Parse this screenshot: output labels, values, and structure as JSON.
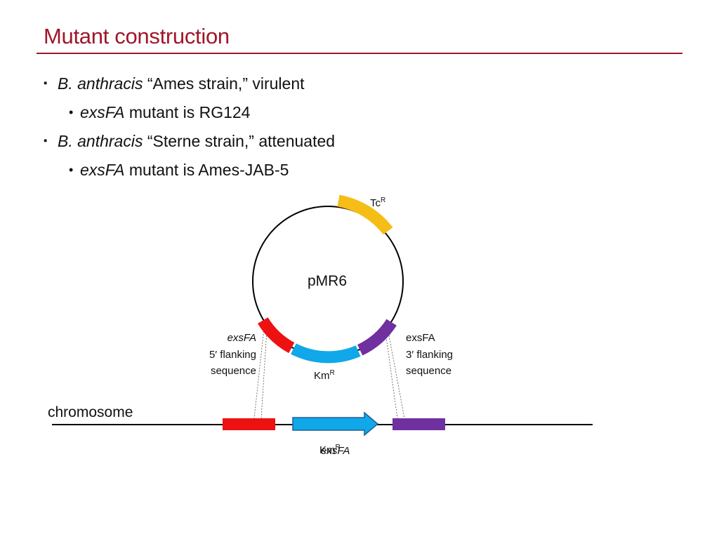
{
  "slide": {
    "title": "Mutant construction",
    "title_color": "#a0162b"
  },
  "bullets": [
    {
      "level": 1,
      "marker": "▪",
      "italic": "B. anthracis",
      "text": " “Ames strain,” virulent"
    },
    {
      "level": 2,
      "marker": "•",
      "italic": "exsFA",
      "text": " mutant is RG124"
    },
    {
      "level": 1,
      "marker": "▪",
      "italic": "B. anthracis",
      "text": " “Sterne strain,” attenuated"
    },
    {
      "level": 2,
      "marker": "•",
      "italic": "exsFA",
      "text": " mutant is Ames-JAB-5"
    }
  ],
  "diagram": {
    "plasmid": {
      "name": "pMR6",
      "tc_label": "Tc",
      "tc_sup": "R",
      "km_label": "Km",
      "km_sup": "R",
      "left_flank": {
        "italic": "exsFA",
        "line2": "5′ flanking",
        "line3": "sequence"
      },
      "right_flank": {
        "line1": "exsFA",
        "line2": "3′ flanking",
        "line3": "sequence"
      }
    },
    "chromosome": {
      "label": "chromosome",
      "overlap_a": "Km",
      "overlap_a_sup": "R",
      "overlap_b": "exsFA"
    },
    "colors": {
      "tc": "#f6bd16",
      "left_flank": "#ee1111",
      "km": "#10a8e8",
      "right_flank": "#7030a0",
      "arrow_stroke": "#1f5f99"
    }
  }
}
